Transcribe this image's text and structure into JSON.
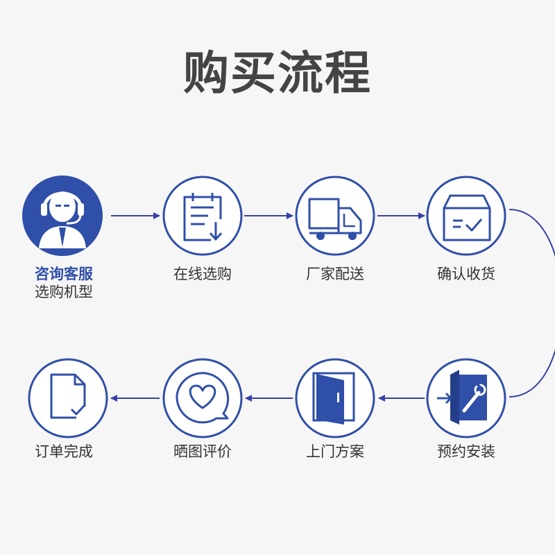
{
  "title": "购买流程",
  "colors": {
    "accent": "#2f4fa8",
    "arrow": "#3540a8",
    "text": "#333333",
    "title": "#444444",
    "background": "#f6f6f6"
  },
  "steps": [
    {
      "label": "咨询客服",
      "sub": "选购机型",
      "icon": "customer-service-icon"
    },
    {
      "label": "在线选购",
      "icon": "order-list-icon"
    },
    {
      "label": "厂家配送",
      "icon": "delivery-truck-icon"
    },
    {
      "label": "确认收货",
      "icon": "received-box-icon"
    },
    {
      "label": "预约安装",
      "icon": "install-tool-icon"
    },
    {
      "label": "上门方案",
      "icon": "door-icon"
    },
    {
      "label": "晒图评价",
      "icon": "heart-comment-icon"
    },
    {
      "label": "订单完成",
      "icon": "document-check-icon"
    }
  ]
}
